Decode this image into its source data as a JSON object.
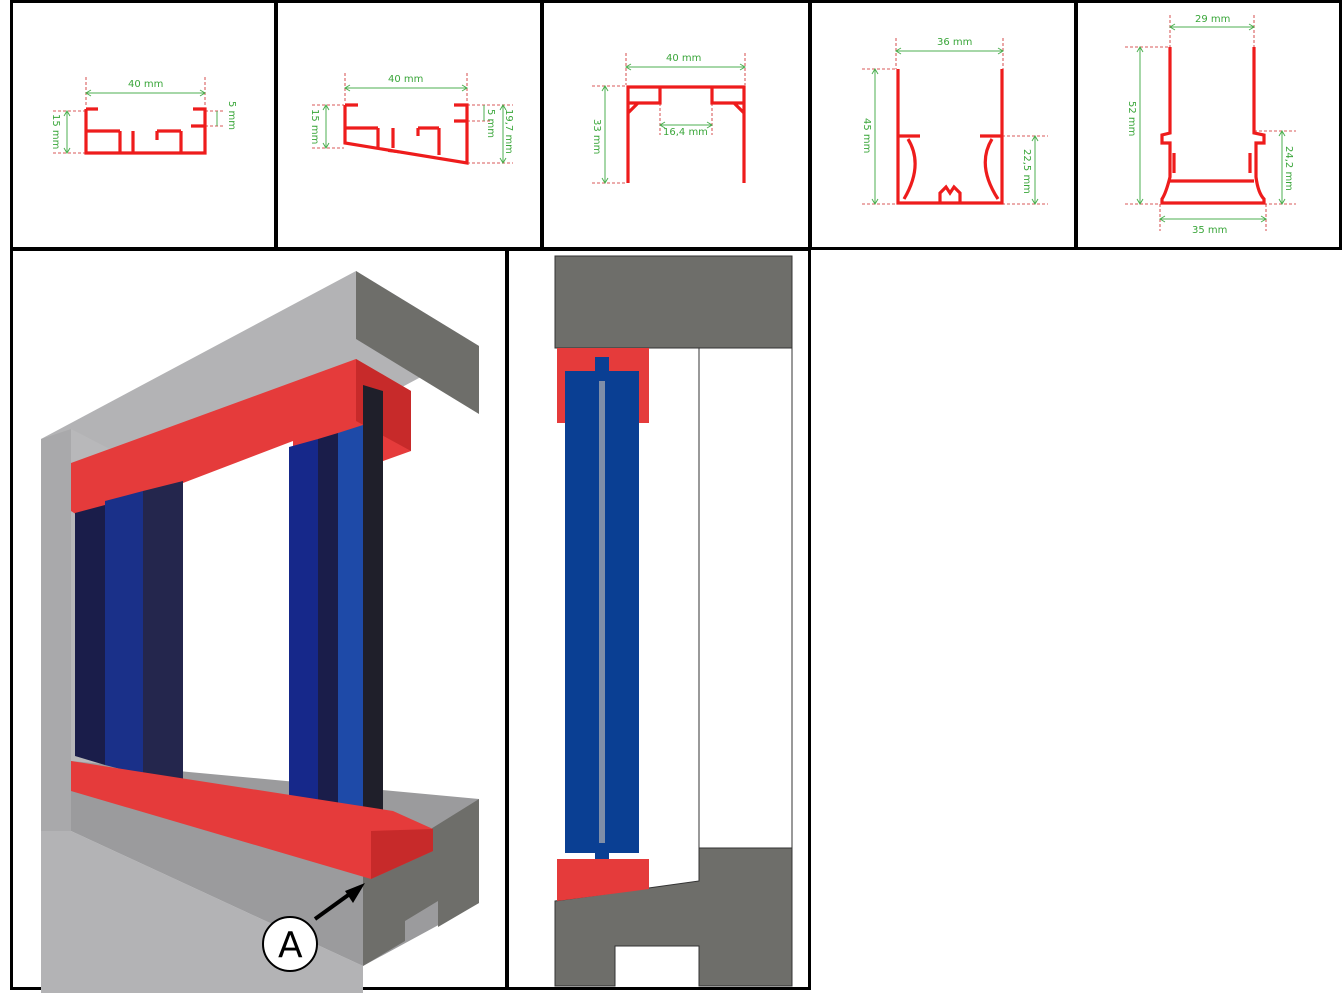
{
  "profiles": [
    {
      "id": "profile-1",
      "width_label": "40 mm",
      "height_label": "15 mm",
      "side_label": "5 mm"
    },
    {
      "id": "profile-2",
      "width_label": "40 mm",
      "height_label": "15 mm",
      "side_label_small": "5 mm",
      "side_label_large": "19,7 mm"
    },
    {
      "id": "profile-3",
      "width_label": "40 mm",
      "height_label": "33 mm",
      "inner_label": "16,4 mm"
    },
    {
      "id": "profile-4",
      "width_label": "36 mm",
      "height_label": "45 mm",
      "side_label": "22,5 mm"
    },
    {
      "id": "profile-5",
      "top_label": "29 mm",
      "height_label": "52 mm",
      "side_label": "24,2 mm",
      "bottom_label": "35 mm"
    }
  ],
  "callout": {
    "label": "A"
  },
  "colors": {
    "profile_red": "#ee1c1c",
    "frame_red": "#e53b3b",
    "dimension_green": "#3aa63a",
    "wall_light": "#b3b3b5",
    "wall_dark": "#6e6e6a",
    "panel_blue": "#0a3f93",
    "panel_dark": "#1a1d4a"
  }
}
